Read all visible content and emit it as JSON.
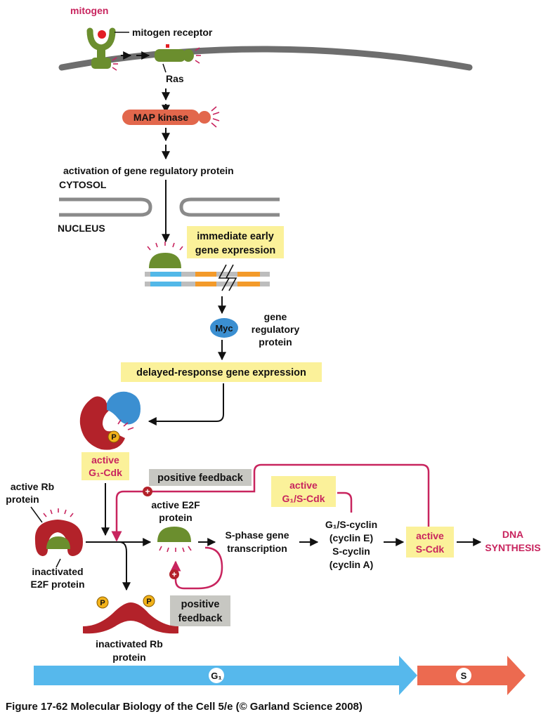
{
  "colors": {
    "green": "#6b8e2e",
    "red": "#b3222a",
    "orange_kinase": "#e2674c",
    "blue_myc": "#3b8fd1",
    "magenta": "#c8245e",
    "yellow_box": "#fbf19a",
    "gray_box": "#c7c7c2",
    "membrane": "#6e6e6e",
    "dna_blue": "#52b8e8",
    "dna_orange": "#f39a2a",
    "dna_gray": "#bdbdbd",
    "phosphate": "#f2b21a",
    "g1_arrow": "#56b8ec",
    "s_arrow": "#ec6a50"
  },
  "labels": {
    "mitogen": "mitogen",
    "mitogen_receptor": "mitogen receptor",
    "ras": "Ras",
    "map_kinase": "MAP kinase",
    "activation": "activation of gene regulatory protein",
    "cytosol": "CYTOSOL",
    "nucleus": "NUCLEUS",
    "immediate_line1": "immediate early",
    "immediate_line2": "gene expression",
    "myc": "Myc",
    "gene_reg_1": "gene",
    "gene_reg_2": "regulatory",
    "gene_reg_3": "protein",
    "delayed": "delayed-response gene expression",
    "phosphate": "P",
    "active_g1cdk_1": "active",
    "active_g1cdk_2": "G₁-Cdk",
    "positive_feedback_top": "positive feedback",
    "active_g1scdk_1": "active",
    "active_g1scdk_2": "G₁/S-Cdk",
    "active_rb_1": "active Rb",
    "active_rb_2": "protein",
    "active_e2f_1": "active E2F",
    "active_e2f_2": "protein",
    "sphase_1": "S-phase gene",
    "sphase_2": "transcription",
    "cyclin_1": "G₁/S-cyclin",
    "cyclin_2": "(cyclin E)",
    "cyclin_3": "S-cyclin",
    "cyclin_4": "(cyclin A)",
    "active_scdk_1": "active",
    "active_scdk_2": "S-Cdk",
    "dna_synth_1": "DNA",
    "dna_synth_2": "SYNTHESIS",
    "inact_e2f_1": "inactivated",
    "inact_e2f_2": "E2F protein",
    "plus": "+",
    "positive_feedback_bottom_1": "positive",
    "positive_feedback_bottom_2": "feedback",
    "inact_rb_1": "inactivated Rb",
    "inact_rb_2": "protein",
    "g1_phase": "G₁",
    "s_phase": "S"
  },
  "caption": "Figure 17-62  Molecular Biology of the Cell 5/e (© Garland Science 2008)"
}
